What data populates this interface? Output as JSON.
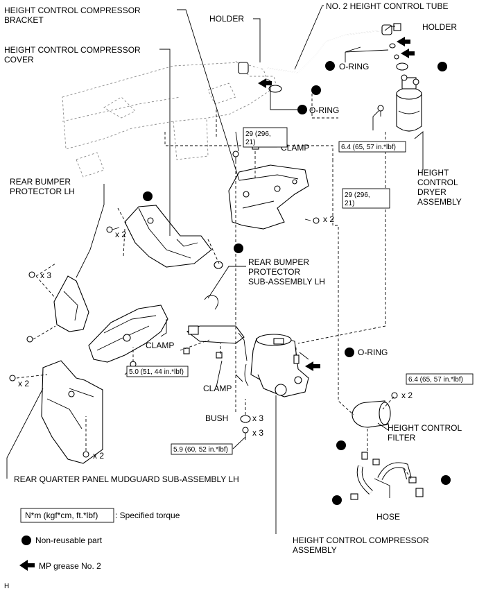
{
  "labels": {
    "compressor_bracket_1": "HEIGHT CONTROL COMPRESSOR",
    "compressor_bracket_2": "BRACKET",
    "compressor_cover_1": "HEIGHT CONTROL COMPRESSOR",
    "compressor_cover_2": "COVER",
    "holder_top": "HOLDER",
    "no2_tube": "NO. 2 HEIGHT CONTROL TUBE",
    "holder_right": "HOLDER",
    "oring_upper_right": "O-RING",
    "oring_upper_left": "O-RING",
    "clamp_top": "CLAMP",
    "dryer_1": "HEIGHT",
    "dryer_2": "CONTROL",
    "dryer_3": "DRYER",
    "dryer_4": "ASSEMBLY",
    "rear_bumper_protector_lh_1": "REAR BUMPER",
    "rear_bumper_protector_lh_2": "PROTECTOR LH",
    "rear_bumper_sub_1": "REAR BUMPER",
    "rear_bumper_sub_2": "PROTECTOR",
    "rear_bumper_sub_3": "SUB-ASSEMBLY LH",
    "clamp_mid": "CLAMP",
    "oring_compressor": "O-RING",
    "clamp_lower": "CLAMP",
    "bush": "BUSH",
    "filter_1": "HEIGHT CONTROL",
    "filter_2": "FILTER",
    "mudguard": "REAR QUARTER PANEL MUDGUARD SUB-ASSEMBLY LH",
    "hose": "HOSE",
    "compressor_asm_1": "HEIGHT CONTROL COMPRESSOR",
    "compressor_asm_2": "ASSEMBLY",
    "corner_mark": "H"
  },
  "torques": {
    "bracket_top_1": "29 (296,",
    "bracket_top_2": "21)",
    "bracket_right_1": "29 (296,",
    "bracket_right_2": "21)",
    "dryer": "6.4 (65, 57 in.*lbf)",
    "protector_sub": "5.0 (51, 44 in.*lbf)",
    "compressor_mount": "5.9 (60, 52 in.*lbf)",
    "filter": "6.4 (65, 57 in.*lbf)"
  },
  "quantities": {
    "q_bracket_bolt": "x 2",
    "q_protector_bolt": "x 2",
    "q_mudguard_top": "x 3",
    "q_mudguard_side": "x 2",
    "q_mudguard_bottom": "x 2",
    "q_bush": "x 3",
    "q_compressor_bolt": "x 3",
    "q_filter_bolt": "x 2"
  },
  "legend": {
    "torque_box": "N*m (kgf*cm, ft.*lbf)",
    "torque_desc": ": Specified torque",
    "non_reusable": "Non-reusable part",
    "grease": "MP grease No. 2"
  }
}
